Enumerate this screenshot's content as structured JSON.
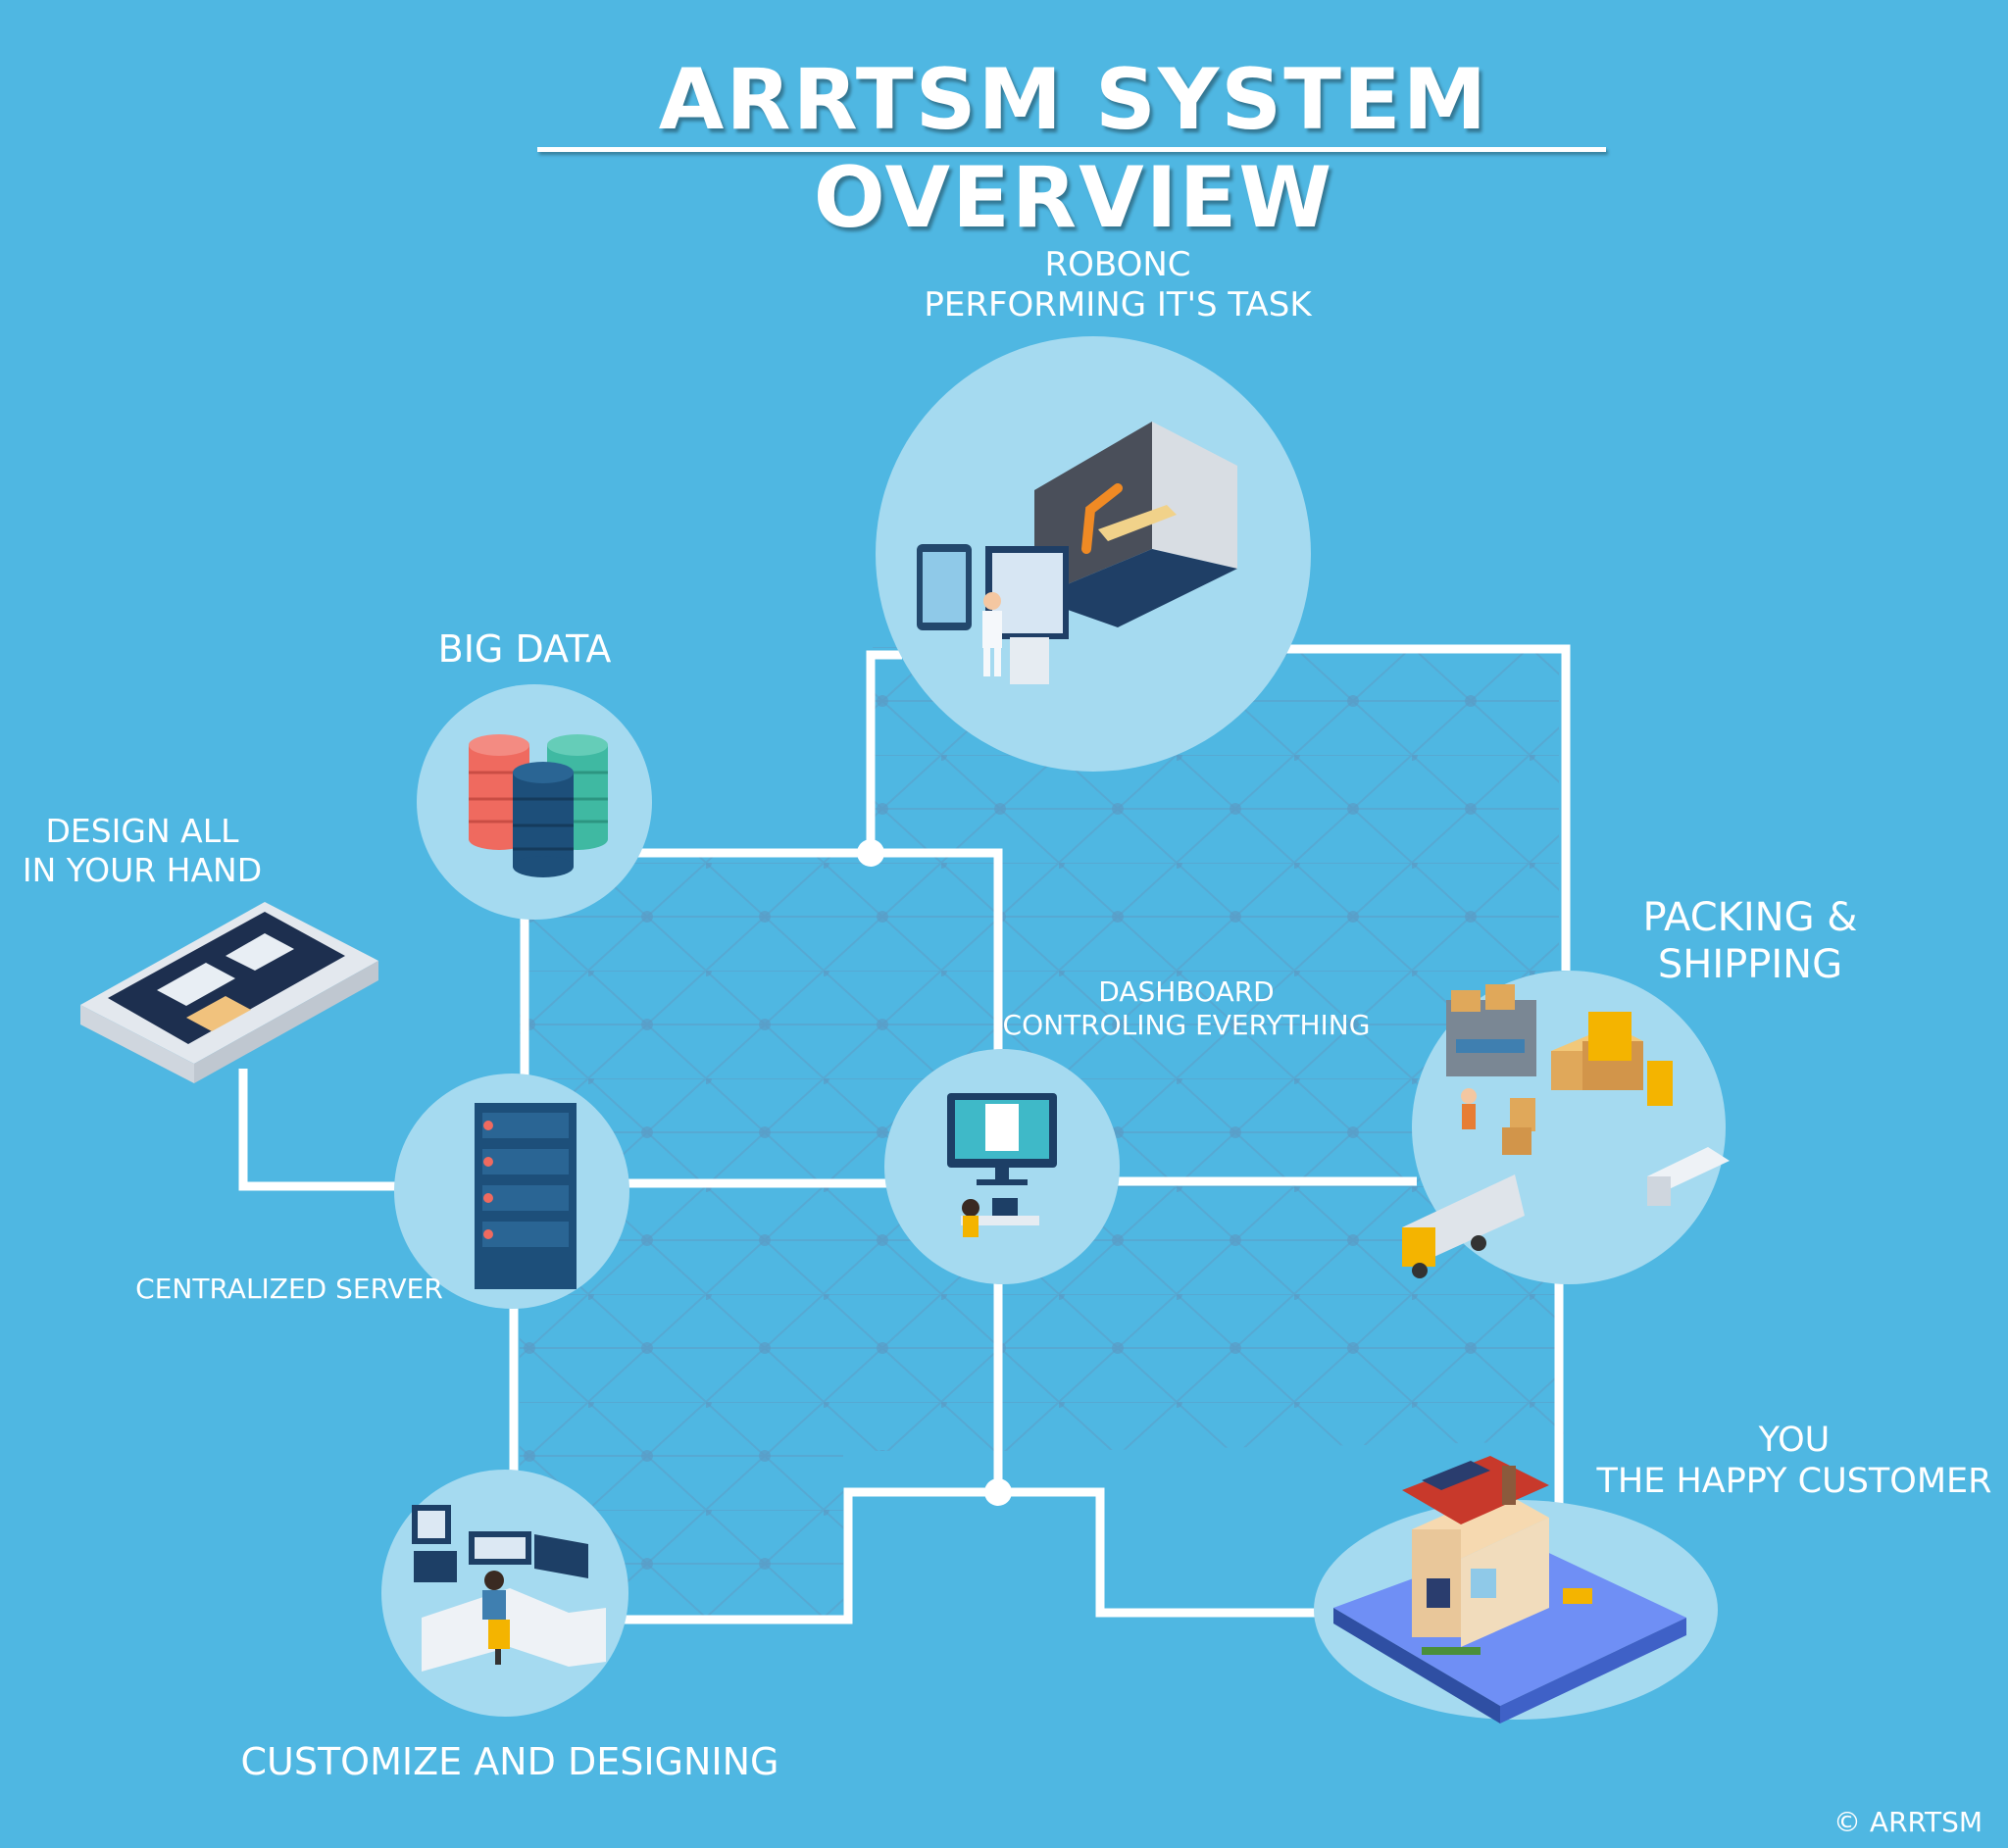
{
  "title": "ARRTSM SYSTEM OVERVIEW",
  "nodes": {
    "robonc": {
      "line1": "ROBONC",
      "line2": "PERFORMING IT'S TASK"
    },
    "big_data": {
      "label": "BIG DATA"
    },
    "design": {
      "line1": "DESIGN ALL",
      "line2": "IN YOUR HAND"
    },
    "dashboard": {
      "line1": "DASHBOARD",
      "line2": "CONTROLING EVERYTHING"
    },
    "packing": {
      "line1": "PACKING &",
      "line2": "SHIPPING"
    },
    "server": {
      "label": "CENTRALIZED SERVER"
    },
    "customer": {
      "line1": "YOU",
      "line2": "THE HAPPY CUSTOMER"
    },
    "customize": {
      "label": "CUSTOMIZE AND DESIGNING"
    }
  },
  "copyright": "© ARRTSM",
  "colors": {
    "background": "#4fb7e2",
    "circle": "#a5daf0",
    "line": "#ffffff",
    "grid": "#5a9cc6"
  }
}
